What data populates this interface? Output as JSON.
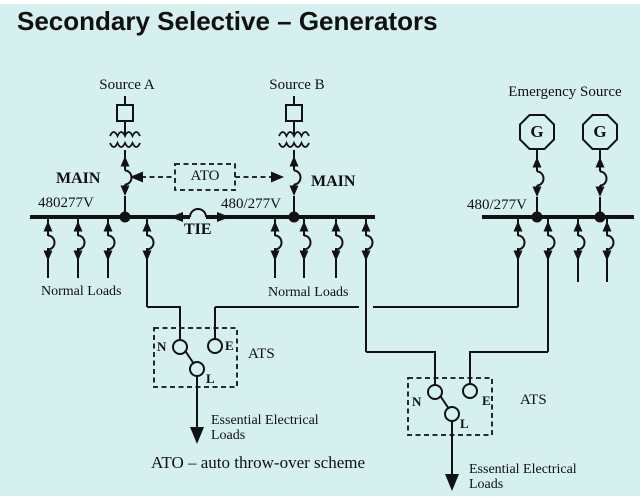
{
  "title": "Secondary Selective – Generators",
  "colors": {
    "background": "#d6efef",
    "line": "#121212"
  },
  "sources": {
    "source_a": "Source A",
    "source_b": "Source B",
    "emergency": "Emergency Source",
    "generator_1": "G",
    "generator_2": "G"
  },
  "buses": {
    "left_voltage": "480277V",
    "right_voltage": "480/277V",
    "emergency_voltage": "480/277V",
    "main_left": "MAIN",
    "main_right": "MAIN",
    "tie": "TIE"
  },
  "ato": {
    "box_label": "ATO"
  },
  "loads": {
    "normal_left": "Normal Loads",
    "normal_right": "Normal Loads",
    "essential_left_line1": "Essential Electrical",
    "essential_left_line2": "Loads",
    "essential_right_line1": "Essential Electrical",
    "essential_right_line2": "Loads"
  },
  "ats_left": {
    "label": "ATS",
    "n": "N",
    "e": "E",
    "l": "L"
  },
  "ats_right": {
    "label": "ATS",
    "n": "N",
    "e": "E",
    "l": "L"
  },
  "footnote": "ATO – auto throw-over scheme"
}
